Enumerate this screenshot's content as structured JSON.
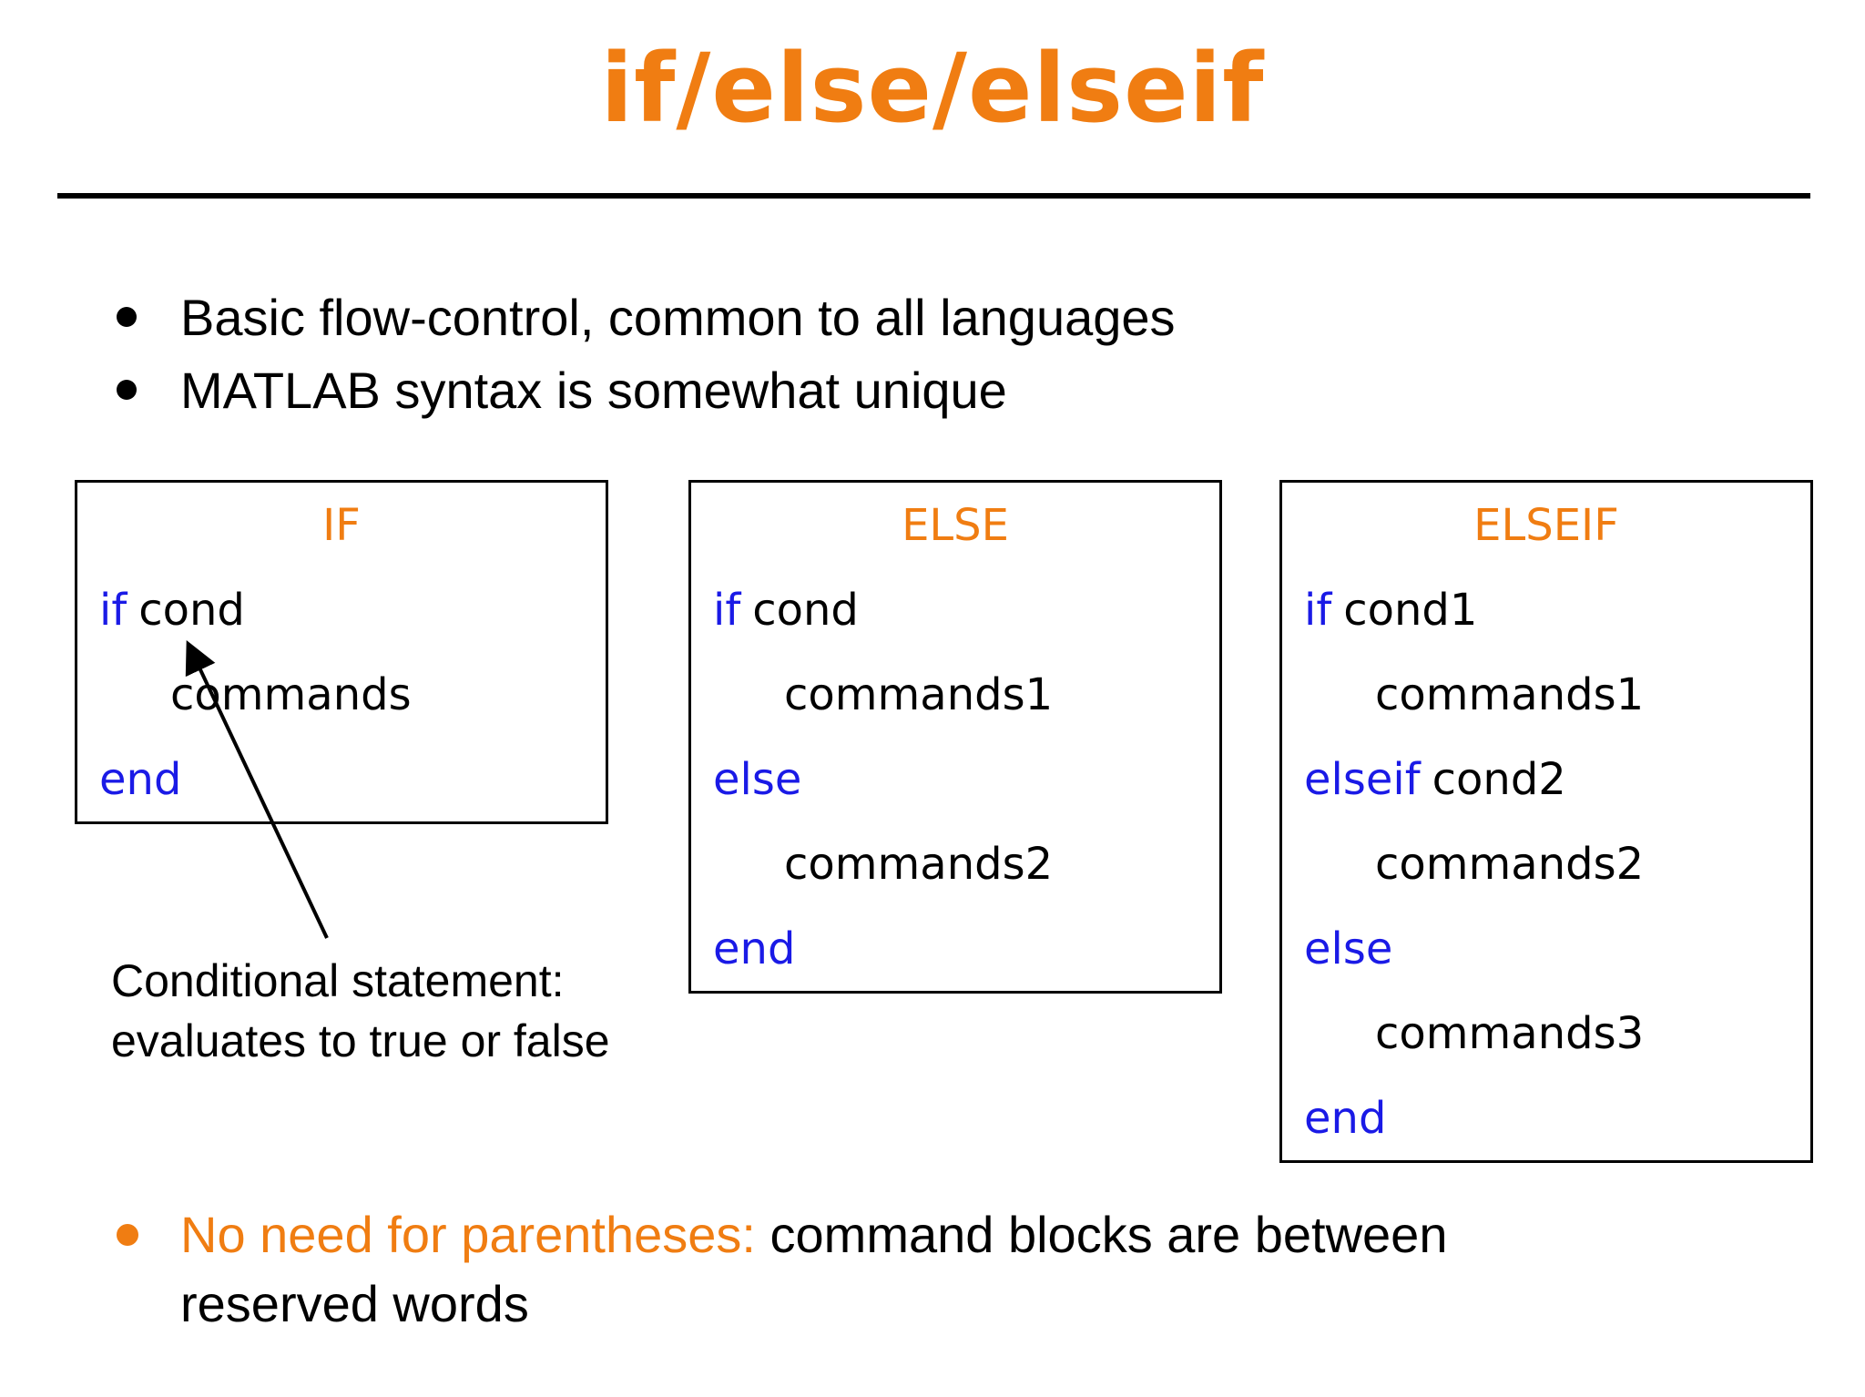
{
  "title": "if/else/elseif",
  "bullets_top": [
    "Basic flow-control, common to all languages",
    "MATLAB syntax is somewhat unique"
  ],
  "boxes": [
    {
      "header": "IF",
      "lines": [
        {
          "kw": "if",
          "rest": "cond"
        },
        {
          "text": "commands"
        },
        {
          "kw": "end"
        }
      ]
    },
    {
      "header": "ELSE",
      "lines": [
        {
          "kw": "if",
          "rest": "cond"
        },
        {
          "text": "commands1"
        },
        {
          "kw": "else"
        },
        {
          "text": "commands2"
        },
        {
          "kw": "end"
        }
      ]
    },
    {
      "header": "ELSEIF",
      "lines": [
        {
          "kw": "if",
          "rest": "cond1"
        },
        {
          "text": "commands1"
        },
        {
          "kw": "elseif",
          "rest": "cond2"
        },
        {
          "text": "commands2"
        },
        {
          "kw": "else"
        },
        {
          "text": "commands3"
        },
        {
          "kw": "end"
        }
      ]
    }
  ],
  "annotation": {
    "line1": "Conditional statement:",
    "line2": "evaluates to true or false"
  },
  "bottom_bullet": {
    "highlight": "No need for parentheses:",
    "rest": " command blocks are between",
    "line2": "reserved words"
  },
  "colors": {
    "accent_orange": "#F07D12",
    "keyword_blue": "#1A1AE6",
    "text_black": "#000000"
  }
}
